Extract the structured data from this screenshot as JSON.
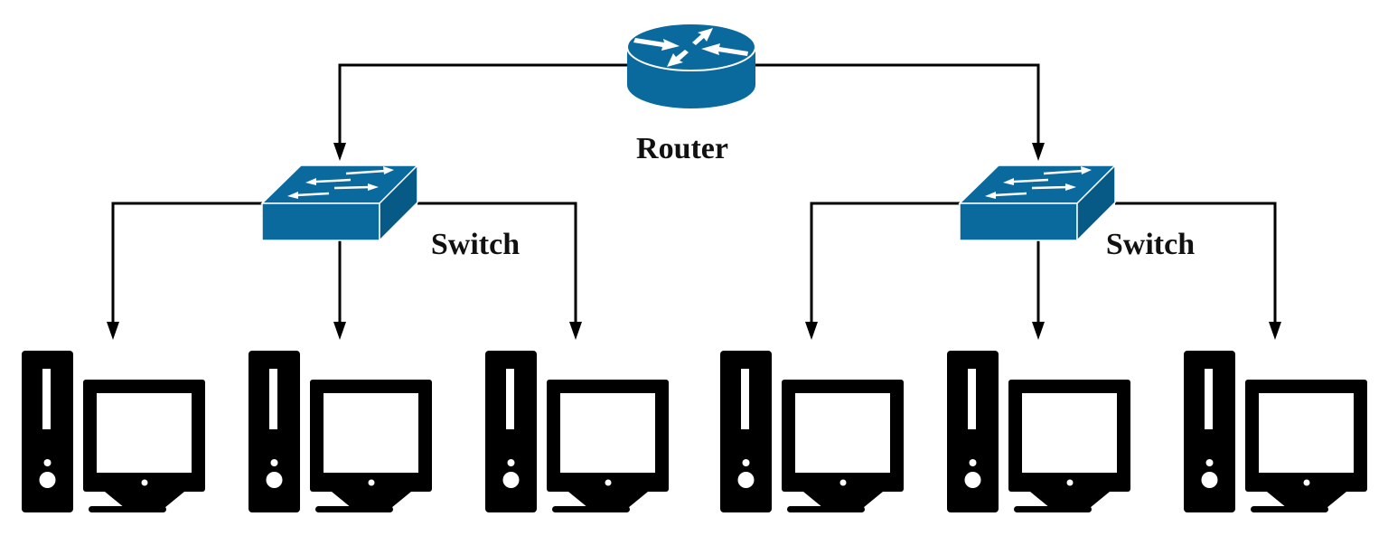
{
  "router": {
    "label": "Router",
    "icon": "router-icon",
    "color": "#0b6a9d"
  },
  "switches": [
    {
      "label": "Switch",
      "icon": "switch-icon"
    },
    {
      "label": "Switch",
      "icon": "switch-icon"
    }
  ],
  "computers": [
    {
      "icon": "desktop-computer-icon",
      "switch": 0
    },
    {
      "icon": "desktop-computer-icon",
      "switch": 0
    },
    {
      "icon": "desktop-computer-icon",
      "switch": 0
    },
    {
      "icon": "desktop-computer-icon",
      "switch": 1
    },
    {
      "icon": "desktop-computer-icon",
      "switch": 1
    },
    {
      "icon": "desktop-computer-icon",
      "switch": 1
    }
  ],
  "colors": {
    "device": "#0b6a9d",
    "device_dark": "#085a86",
    "line": "#000000",
    "computer": "#000000"
  }
}
